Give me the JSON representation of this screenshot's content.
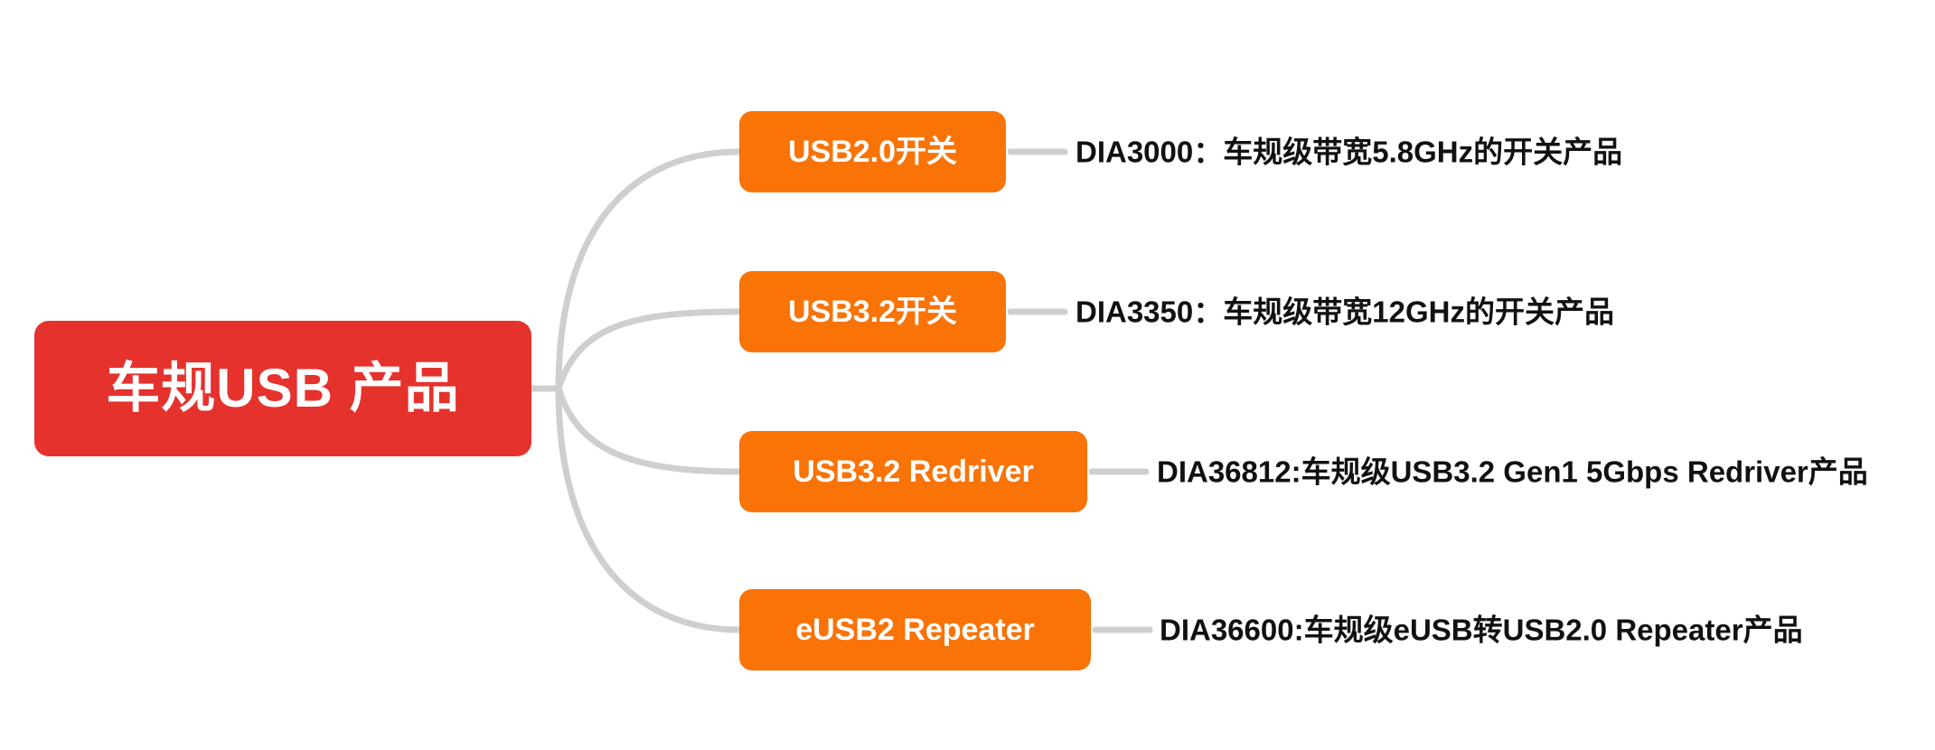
{
  "diagram": {
    "type": "mind-map",
    "orientation": "left-to-right",
    "colors": {
      "root_fill": "#E5322D",
      "branch_fill": "#F97306",
      "node_text": "#FFFFFF",
      "description_text": "#111111",
      "connector": "#CFCFCF",
      "background": "#FFFFFF"
    },
    "root": {
      "label": "车规USB 产品"
    },
    "branches": [
      {
        "label": "USB2.0开关",
        "description": "DIA3000：车规级带宽5.8GHz的开关产品"
      },
      {
        "label": "USB3.2开关",
        "description": "DIA3350：车规级带宽12GHz的开关产品"
      },
      {
        "label": "USB3.2 Redriver",
        "description": "DIA36812:车规级USB3.2 Gen1 5Gbps Redriver产品"
      },
      {
        "label": "eUSB2 Repeater",
        "description": "DIA36600:车规级eUSB转USB2.0 Repeater产品"
      }
    ]
  }
}
